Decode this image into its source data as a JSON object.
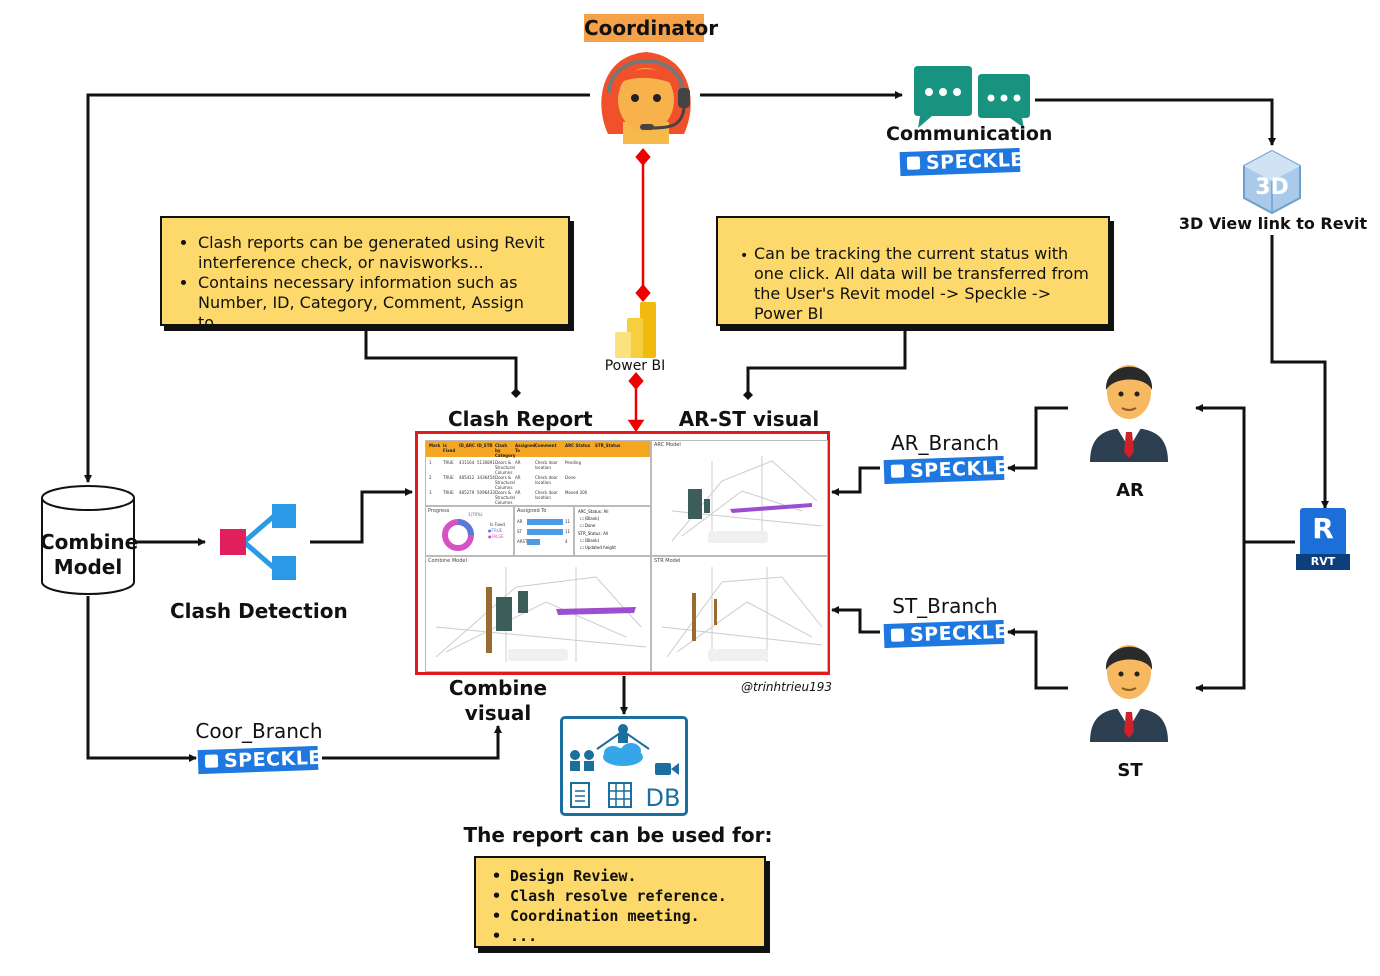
{
  "coordinator": {
    "label": "Coordinator"
  },
  "communication": {
    "label": "Communication",
    "badge": "SPECKLE"
  },
  "view3d": {
    "label": "3D View link to Revit",
    "icon_text": "3D"
  },
  "note_left": {
    "items": [
      "Clash reports can be generated using Revit interference check, or navisworks...",
      "Contains necessary information such as Number, ID, Category, Comment, Assign to..."
    ]
  },
  "note_right": {
    "text": "Can be tracking the current status with one click. All data will be transferred from the User's Revit model -> Speckle -> Power BI"
  },
  "powerbi": {
    "label": "Power BI"
  },
  "clash_report": {
    "label": "Clash Report"
  },
  "arst_visual": {
    "label": "AR-ST visual"
  },
  "ar_branch": {
    "label": "AR_Branch",
    "badge": "SPECKLE"
  },
  "st_branch": {
    "label": "ST_Branch",
    "badge": "SPECKLE"
  },
  "coor_branch": {
    "label": "Coor_Branch",
    "badge": "SPECKLE"
  },
  "ar": {
    "label": "AR"
  },
  "st": {
    "label": "ST"
  },
  "rvt": {
    "icon_text": "R",
    "label": "RVT"
  },
  "combine_model": {
    "line1": "Combine",
    "line2": "Model"
  },
  "clash_detection": {
    "label": "Clash Detection"
  },
  "combine_visual": {
    "line1": "Combine",
    "line2": "visual"
  },
  "watermark": "@trinhtrieu193",
  "db_icon_text": "DB",
  "report_title": "The report can be used for:",
  "report_uses": [
    "Design Review.",
    "Clash resolve reference.",
    "Coordination meeting.",
    "..."
  ],
  "dashboard": {
    "table_headers": [
      "Mark",
      "Is Fixed",
      "ID_ARC",
      "ID_STR",
      "Clash by Category",
      "Assigned To",
      "Comment",
      "ARC Status",
      "STR_Status"
    ],
    "rows": [
      [
        "1",
        "TRUE",
        "431164",
        "5130891",
        "Doors & Structural Columns",
        "AR",
        "Check door location",
        "Pending",
        ""
      ],
      [
        "2",
        "TRUE",
        "485412",
        "3436454",
        "Doors & Structural Columns",
        "AR",
        "Check door location",
        "Done",
        ""
      ],
      [
        "3",
        "TRUE",
        "485279",
        "5096433",
        "Doors & Structural Columns",
        "AR",
        "Check door location",
        "Moved 300",
        ""
      ]
    ],
    "panels": {
      "arc_model": "ARC Model",
      "combine_model": "Combine Model",
      "str_model": "STR Model",
      "progress": "Progress",
      "assigned_to": "Assigned To"
    },
    "progress": {
      "pct_label": "1(70%)",
      "legend_title": "Is Fixed",
      "legend": [
        "TRUE",
        "FALSE"
      ]
    },
    "assigned": {
      "categories": [
        "AR",
        "ST",
        "ARST"
      ],
      "values": [
        11,
        11,
        4
      ]
    },
    "filters": {
      "arc_title": "ARC_Status: All",
      "arc_opts": [
        "(Blank)",
        "Done"
      ],
      "str_title": "STR_Status: All",
      "str_opts": [
        "(Blank)",
        "Updated height"
      ]
    },
    "colors": {
      "header": "#f5a623",
      "donut_true": "#5a78d8",
      "donut_false": "#d552c6",
      "bar": "#4d9be6",
      "clash_purple": "#9b4fd0",
      "frame": "#e01b1b"
    }
  }
}
